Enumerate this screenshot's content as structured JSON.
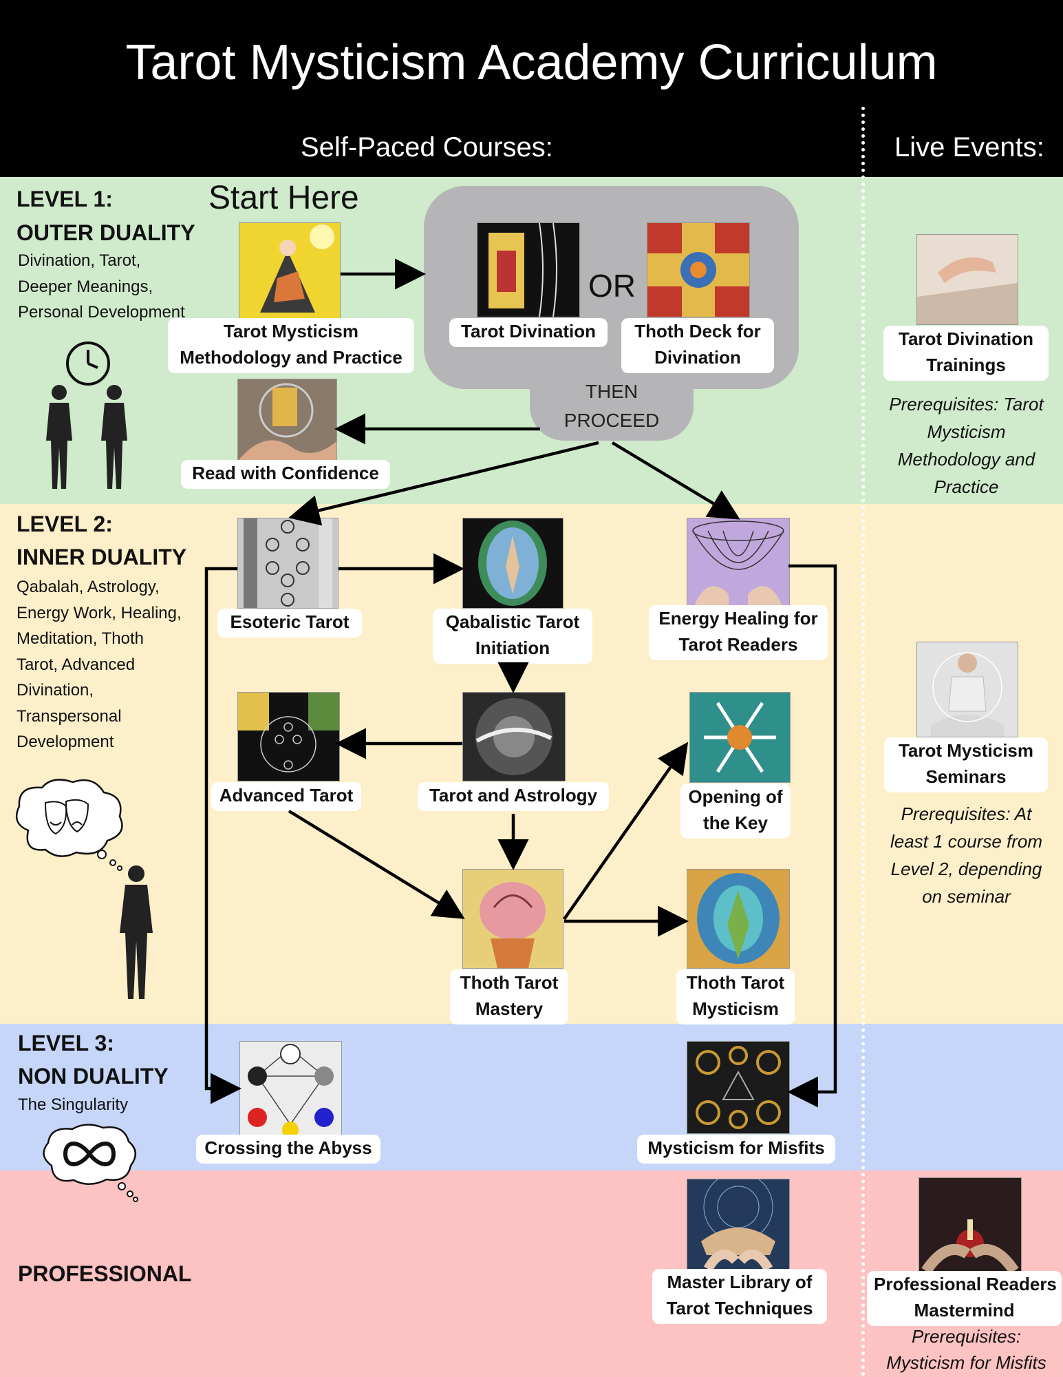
{
  "header": {
    "title": "Tarot Mysticism Academy Curriculum",
    "self_paced": "Self-Paced Courses:",
    "live_events": "Live Events:"
  },
  "levels": {
    "l1_title": "LEVEL 1:",
    "l1_name": "OUTER DUALITY",
    "l1_sub": [
      "Divination, Tarot,",
      "Deeper Meanings,",
      "Personal Development"
    ],
    "l2_title": "LEVEL 2:",
    "l2_name": "INNER DUALITY",
    "l2_sub": [
      "Qabalah, Astrology,",
      "Energy Work, Healing,",
      "Meditation,  Thoth",
      "Tarot,  Advanced",
      "Divination,",
      "Transpersonal",
      "Development"
    ],
    "l3_title": "LEVEL 3:",
    "l3_name": "NON DUALITY",
    "l3_sub": "The Singularity",
    "pro_name": "PROFESSIONAL"
  },
  "start_here": "Start Here",
  "or_text": "OR",
  "then_proceed": [
    "THEN",
    "PROCEED"
  ],
  "courses": {
    "methodology": [
      "Tarot Mysticism",
      "Methodology and Practice"
    ],
    "divination": "Tarot Divination",
    "thoth_div": [
      "Thoth Deck for",
      "Divination"
    ],
    "confidence": "Read with Confidence",
    "esoteric": "Esoteric Tarot",
    "qabalistic": [
      "Qabalistic Tarot",
      "Initiation"
    ],
    "energy": [
      "Energy Healing for",
      "Tarot Readers"
    ],
    "advanced": "Advanced Tarot",
    "astrology": "Tarot and Astrology",
    "key": [
      "Opening of",
      "the Key"
    ],
    "thoth_mastery": [
      "Thoth Tarot",
      "Mastery"
    ],
    "thoth_mysticism": [
      "Thoth Tarot",
      "Mysticism"
    ],
    "abyss": "Crossing the Abyss",
    "misfits": "Mysticism for Misfits",
    "library": [
      "Master Library of",
      "Tarot Techniques"
    ]
  },
  "live": {
    "trainings": [
      "Tarot Divination",
      "Trainings"
    ],
    "trainings_prereq": [
      "Prerequisites: Tarot",
      "Mysticism",
      "Methodology and",
      "Practice"
    ],
    "seminars": [
      "Tarot Mysticism",
      "Seminars"
    ],
    "seminars_prereq": [
      "Prerequisites: At",
      "least 1 course from",
      "Level 2, depending",
      "on seminar"
    ],
    "mastermind": [
      "Professional Readers",
      "Mastermind"
    ],
    "mastermind_prereq": [
      "Prerequisites:",
      "Mysticism for Misfits"
    ]
  },
  "colors": {
    "level1": "#cfebcb",
    "level2": "#fcefc9",
    "level3": "#c5d6f9",
    "professional": "#fdc2c2",
    "header": "#000000"
  },
  "icons": [
    "clock-icon",
    "two-human-figures-icon",
    "thought-bubble-masks-icon",
    "human-figure-icon",
    "thought-bubble-infinity-icon"
  ]
}
